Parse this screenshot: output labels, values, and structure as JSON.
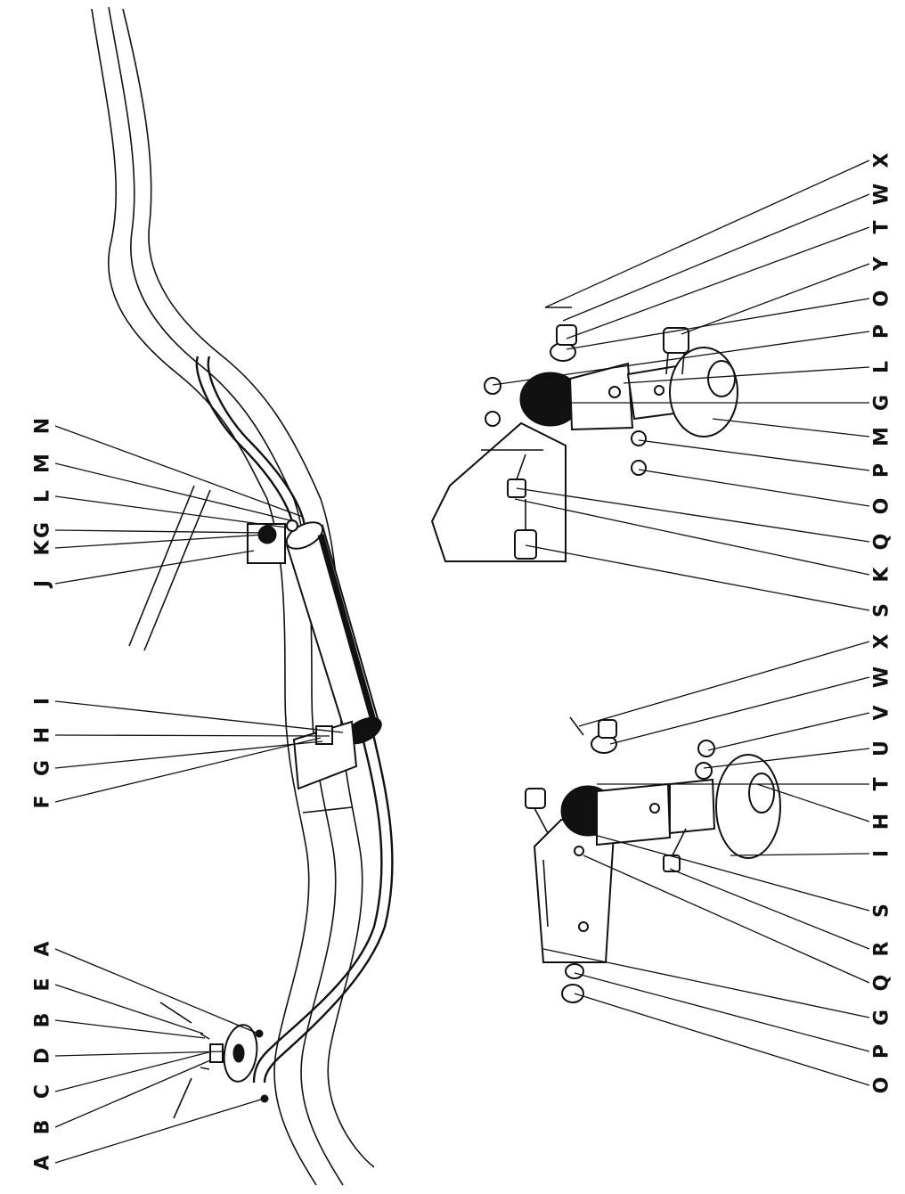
{
  "figure": {
    "ink_color": "#111111",
    "paper_color": "#ffffff",
    "orientation": "rotated 90 degrees",
    "exhaust_labels": [
      "A",
      "B",
      "C",
      "D",
      "B",
      "E",
      "A",
      "F",
      "G",
      "H",
      "I",
      "J",
      "K",
      "G",
      "L",
      "M",
      "N"
    ],
    "rear_mount_labels": [
      "O",
      "P",
      "G",
      "Q",
      "R",
      "S",
      "I",
      "H",
      "T",
      "U",
      "V",
      "W",
      "X"
    ],
    "front_mount_labels": [
      "S",
      "K",
      "Q",
      "O",
      "P",
      "M",
      "G",
      "L",
      "P",
      "O",
      "Y",
      "T",
      "W",
      "X"
    ]
  }
}
